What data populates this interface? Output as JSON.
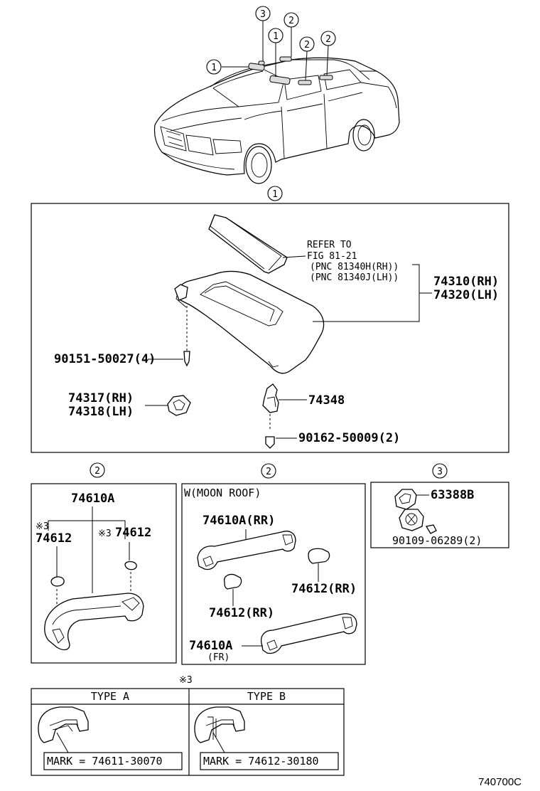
{
  "callouts": {
    "c1": "1",
    "c2": "2",
    "c3": "3"
  },
  "section1": {
    "refer_to": "REFER TO",
    "fig": "FIG 81-21",
    "pnc_rh": "(PNC 81340H(RH))",
    "pnc_lh": "(PNC 81340J(LH))",
    "p74310": "74310(RH)",
    "p74320": "74320(LH)",
    "p90151": "90151-50027(4)",
    "p74317": "74317(RH)",
    "p74318": "74318(LH)",
    "p74348": "74348",
    "p90162": "90162-50009(2)"
  },
  "section2a": {
    "p74610a": "74610A",
    "note_mark_a": "※3",
    "p74612_left": "74612",
    "note_mark_b": "※3",
    "p74612_right": "74612"
  },
  "section2b": {
    "title": "W(MOON ROOF)",
    "p74610a_rr": "74610A(RR)",
    "p74612_rr_right": "74612(RR)",
    "p74612_rr_center": "74612(RR)",
    "p74610a_fr": "74610A",
    "fr": "(FR)"
  },
  "section3": {
    "p63388b": "63388B",
    "p90109": "90109-06289(2)"
  },
  "types": {
    "note_mark": "※3",
    "type_a": "TYPE A",
    "type_b": "TYPE B",
    "mark_a": "MARK = 74611-30070",
    "mark_b": "MARK = 74612-30180"
  },
  "figure_id": "740700C"
}
